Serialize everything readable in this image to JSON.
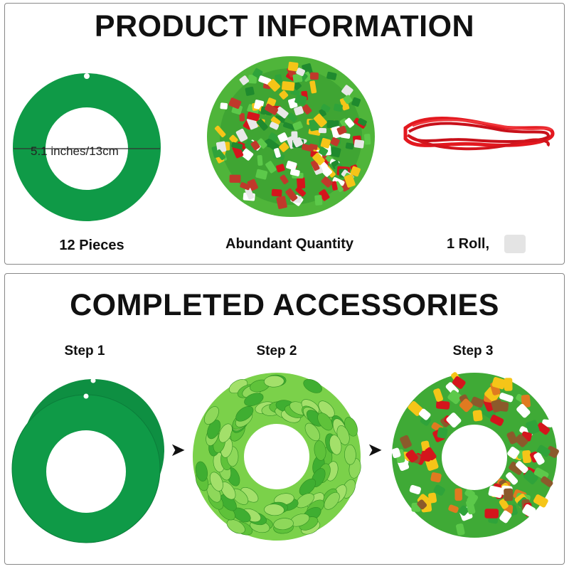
{
  "product_section": {
    "title": "PRODUCT INFORMATION",
    "ring_dimension": "5.1 inches/13cm",
    "items": [
      {
        "label": "12 Pieces"
      },
      {
        "label": "Abundant Quantity"
      },
      {
        "label": "1 Roll,"
      }
    ]
  },
  "accessories_section": {
    "title": "COMPLETED ACCESSORIES",
    "steps": [
      {
        "label": "Step 1"
      },
      {
        "label": "Step 2"
      },
      {
        "label": "Step 3"
      }
    ]
  },
  "colors": {
    "felt_green": "#0f9a47",
    "leaf_light": "#6fcf3a",
    "leaf_dark": "#2f9e2a",
    "bow_red": "#d4151c",
    "string_red": "#e3181f",
    "star_yellow": "#f5c518"
  }
}
